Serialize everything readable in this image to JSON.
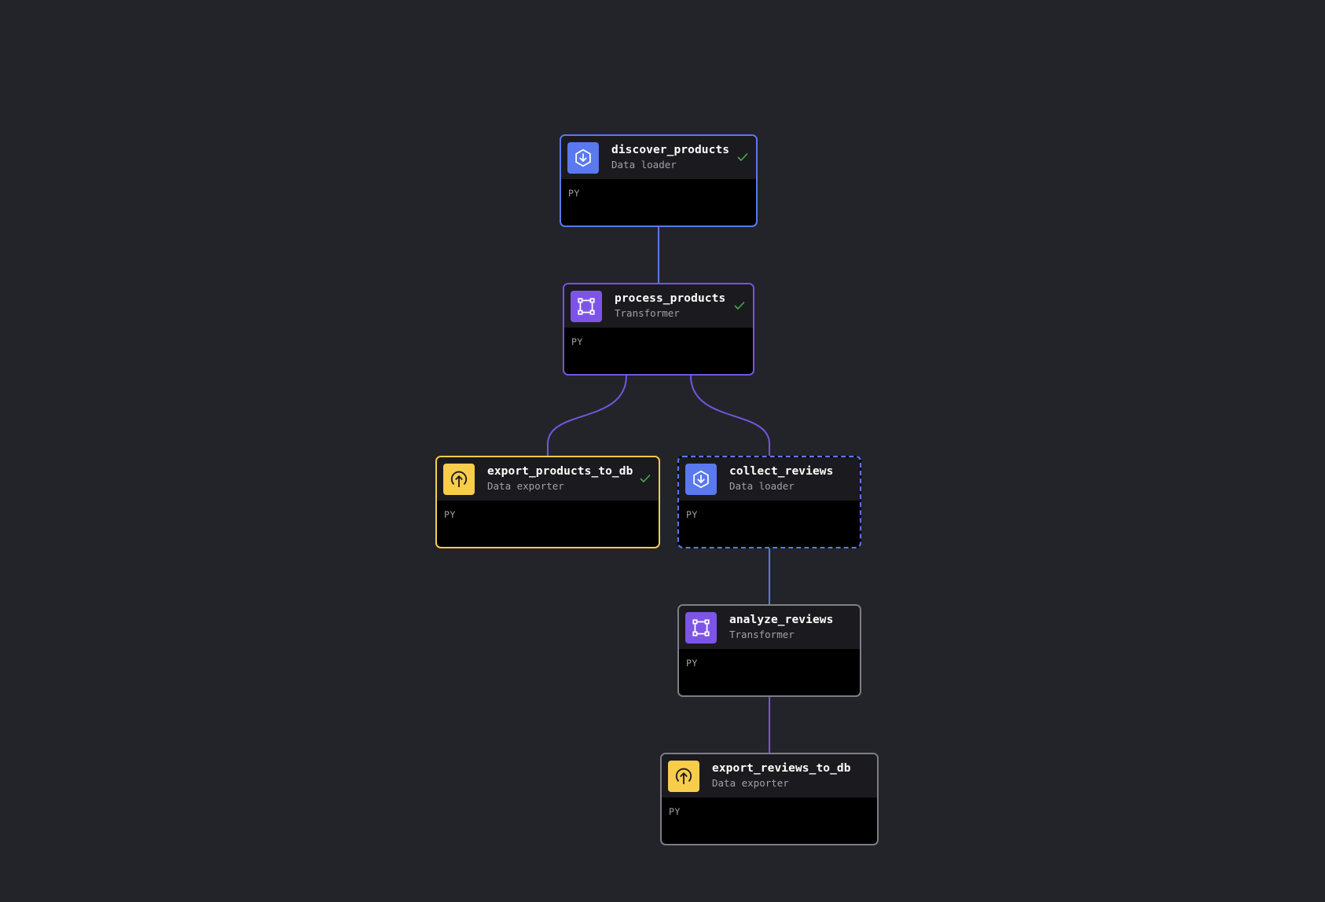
{
  "canvas": {
    "background": "#23242a"
  },
  "colors": {
    "data_loader": "#5a78f0",
    "transformer": "#7d55e6",
    "data_exporter": "#f7cd4b",
    "edge_loader": "#5a78f0",
    "edge_transformer": "#7455e0",
    "idle_border": "#7d7f86",
    "success_check": "#3fae49"
  },
  "nodes": [
    {
      "id": "discover_products",
      "title": "discover_products",
      "subtitle": "Data loader",
      "language": "PY",
      "type": "data-loader",
      "icon": "download-hexagon-icon",
      "status": "success",
      "border_style": "solid",
      "border_color": "#5a78f0"
    },
    {
      "id": "process_products",
      "title": "process_products",
      "subtitle": "Transformer",
      "language": "PY",
      "type": "transformer",
      "icon": "transform-square-icon",
      "status": "success",
      "border_style": "solid",
      "border_color": "#7455e0"
    },
    {
      "id": "export_products_to_db",
      "title": "export_products_to_db",
      "subtitle": "Data exporter",
      "language": "PY",
      "type": "data-exporter",
      "icon": "upload-circle-icon",
      "status": "success",
      "border_style": "solid",
      "border_color": "#f7cd4b"
    },
    {
      "id": "collect_reviews",
      "title": "collect_reviews",
      "subtitle": "Data loader",
      "language": "PY",
      "type": "data-loader",
      "icon": "download-hexagon-icon",
      "status": "selected",
      "border_style": "dashed",
      "border_color": "#5a78f0"
    },
    {
      "id": "analyze_reviews",
      "title": "analyze_reviews",
      "subtitle": "Transformer",
      "language": "PY",
      "type": "transformer",
      "icon": "transform-square-icon",
      "status": "idle",
      "border_style": "solid",
      "border_color": "#7d7f86"
    },
    {
      "id": "export_reviews_to_db",
      "title": "export_reviews_to_db",
      "subtitle": "Data exporter",
      "language": "PY",
      "type": "data-exporter",
      "icon": "upload-circle-icon",
      "status": "idle",
      "border_style": "solid",
      "border_color": "#7d7f86"
    }
  ],
  "edges": [
    {
      "from": "discover_products",
      "to": "process_products",
      "color": "#5a78f0"
    },
    {
      "from": "process_products",
      "to": "export_products_to_db",
      "color": "#7455e0"
    },
    {
      "from": "process_products",
      "to": "collect_reviews",
      "color": "#7455e0"
    },
    {
      "from": "collect_reviews",
      "to": "analyze_reviews",
      "color": "#5a78f0"
    },
    {
      "from": "analyze_reviews",
      "to": "export_reviews_to_db",
      "color": "#7455e0"
    }
  ]
}
